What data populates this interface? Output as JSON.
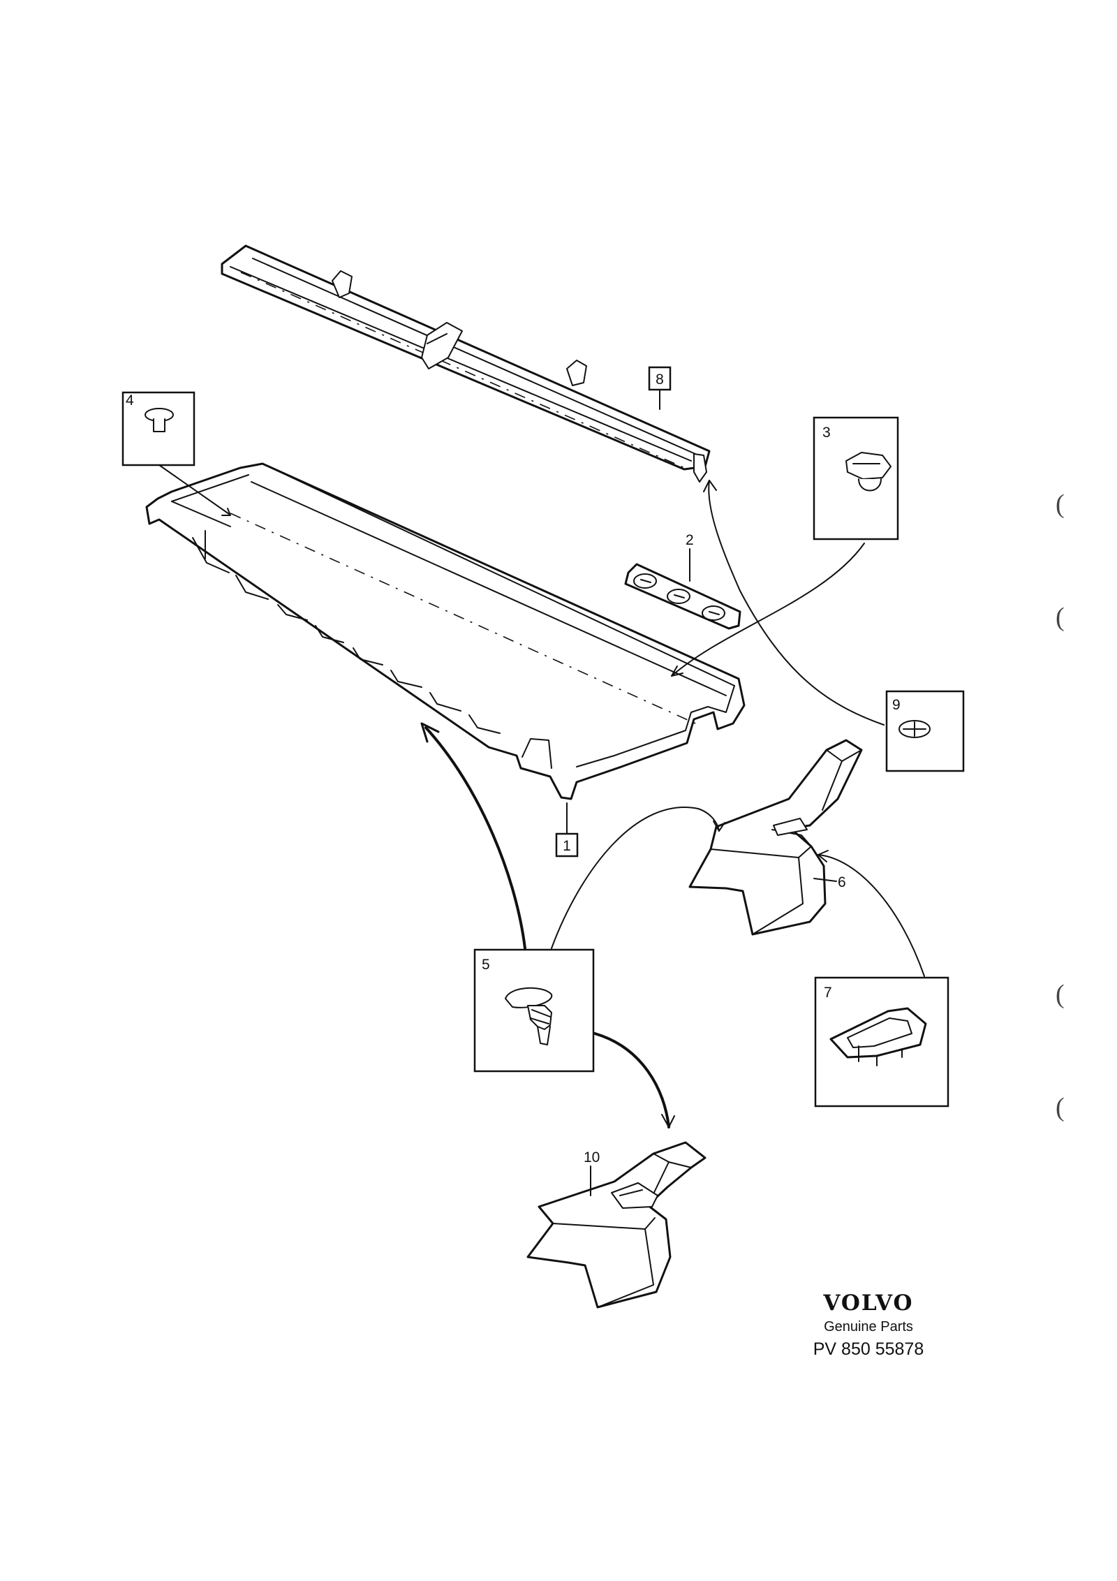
{
  "diagram": {
    "labels": {
      "p1": "1",
      "p2": "2",
      "p3": "3",
      "p4": "4",
      "p5": "5",
      "p6": "6",
      "p7": "7",
      "p8": "8",
      "p9": "9",
      "p10": "10"
    },
    "branding": {
      "brand": "VOLVO",
      "tagline": "Genuine Parts",
      "code": "PV 850  55878"
    },
    "margin_marks": [
      "(",
      "(",
      "(",
      "("
    ]
  }
}
